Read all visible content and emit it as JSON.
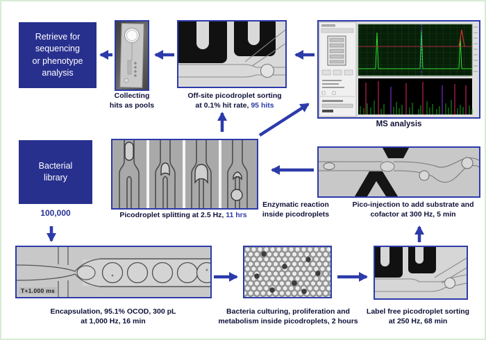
{
  "colors": {
    "box_navy": "#28308e",
    "accent_blue": "#2c3aaa",
    "caption": "#0f1038",
    "frame_green": "#d6ecd4"
  },
  "nodes": {
    "retrieve": {
      "label": "Retrieve for\nsequencing\nor phenotype\nanalysis"
    },
    "collecting": {
      "label": "Collecting\nhits as pools"
    },
    "offsite": {
      "label": "Off-site picodroplet sorting\nat 0.1% hit rate, ",
      "highlight": "95 hits"
    },
    "ms": {
      "label": "MS analysis"
    },
    "library": {
      "label": "Bacterial\nlibrary",
      "count": "100,000"
    },
    "splitting": {
      "label": "Picodroplet splitting at 2.5 Hz, ",
      "highlight": "11 hrs"
    },
    "enzymatic": {
      "label": "Enzymatic reaction\ninside picodroplets"
    },
    "picoinjection": {
      "label": "Pico-injection to add substrate and\ncofactor at 300 Hz, 5 min"
    },
    "encapsulation": {
      "label": "Encapsulation, 95.1% OCOD, 300 pL\nat 1,000 Hz, 16 min",
      "timestamp": "T+1.000 ms"
    },
    "culturing": {
      "label": "Bacteria culturing, proliferation and\nmetabolism inside picodroplets, 2 hours"
    },
    "labelfree": {
      "label": "Label free picodroplet sorting\nat 250 Hz, 68 min"
    }
  }
}
